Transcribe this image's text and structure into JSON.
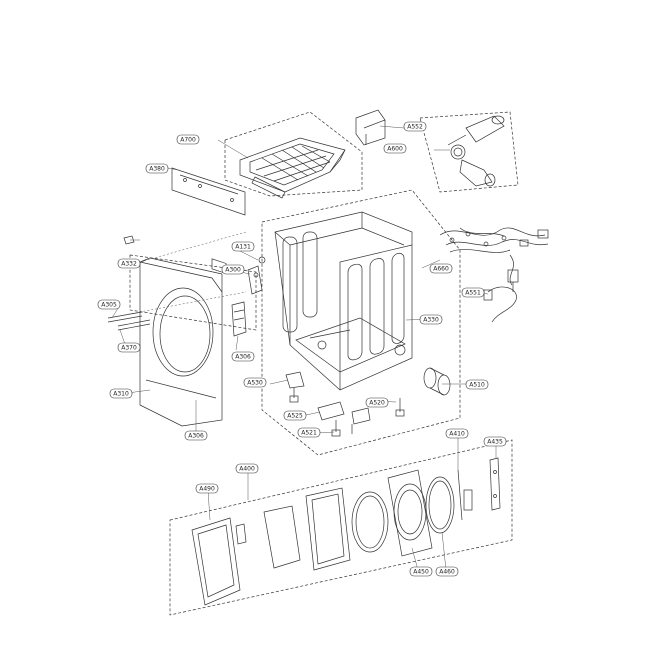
{
  "labels": {
    "a700": "A700",
    "a552": "A552",
    "a600": "A600",
    "a332": "A332",
    "a131": "A131",
    "a300": "A300",
    "a660": "A660",
    "a305": "A305",
    "a370": "A370",
    "a380": "A380",
    "a551": "A551",
    "a330": "A330",
    "a310": "A310",
    "a510": "A510",
    "a530": "A530",
    "a525": "A525",
    "a520": "A520",
    "a521": "A521",
    "a306": "A306",
    "a410": "A410",
    "a435": "A435",
    "a400": "A400",
    "a490": "A490",
    "a450": "A450",
    "a460": "A460"
  }
}
